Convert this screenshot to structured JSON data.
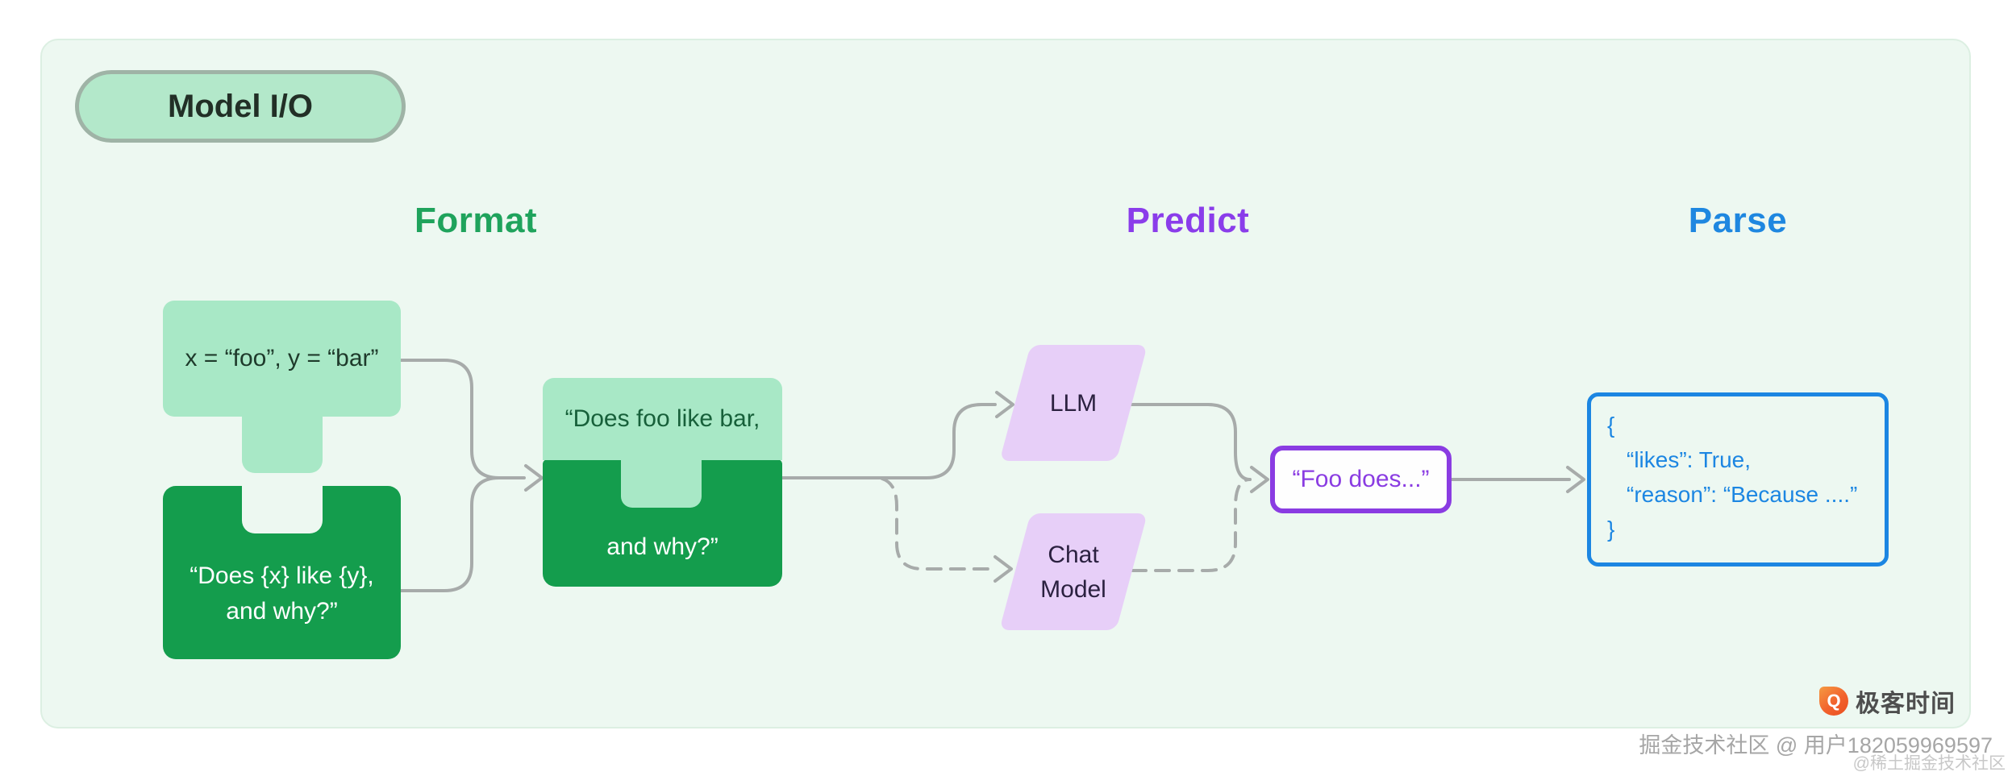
{
  "badge": {
    "label": "Model I/O"
  },
  "sections": {
    "format": {
      "label": "Format",
      "color": "#1fa35c"
    },
    "predict": {
      "label": "Predict",
      "color": "#8a3dea"
    },
    "parse": {
      "label": "Parse",
      "color": "#1e87e0"
    }
  },
  "format_flow": {
    "variables_node": {
      "text": "x = “foo”, y = “bar”"
    },
    "template_node": {
      "line1": "“Does {x} like {y},",
      "line2": "and why?”"
    },
    "prompt_node": {
      "line1": "“Does foo like bar,",
      "line2": "and why?”"
    }
  },
  "predict_flow": {
    "llm_node": {
      "label": "LLM"
    },
    "chat_model_node": {
      "line1": "Chat",
      "line2": "Model"
    },
    "output_node": {
      "text": "“Foo does...”"
    }
  },
  "parse_flow": {
    "result_node": {
      "lines": [
        "{",
        "“likes”: True,",
        "“reason”: “Because ....”",
        "}"
      ]
    }
  },
  "watermarks": {
    "geektime": {
      "icon_glyph": "Q",
      "label": "极客时间"
    },
    "line1": "掘金技术社区 @ 用户182059969597",
    "line2": "@稀土掘金技术社区"
  },
  "colors": {
    "card_bg": "#edf8f1",
    "light_green": "#a8e8c6",
    "dark_green": "#149d4d",
    "lavender": "#e7cff8",
    "purple_accent": "#8a3ce2",
    "blue_accent": "#1c86e2",
    "connector_gray": "#a7abaa",
    "geektime_orange": "#f2622d"
  }
}
